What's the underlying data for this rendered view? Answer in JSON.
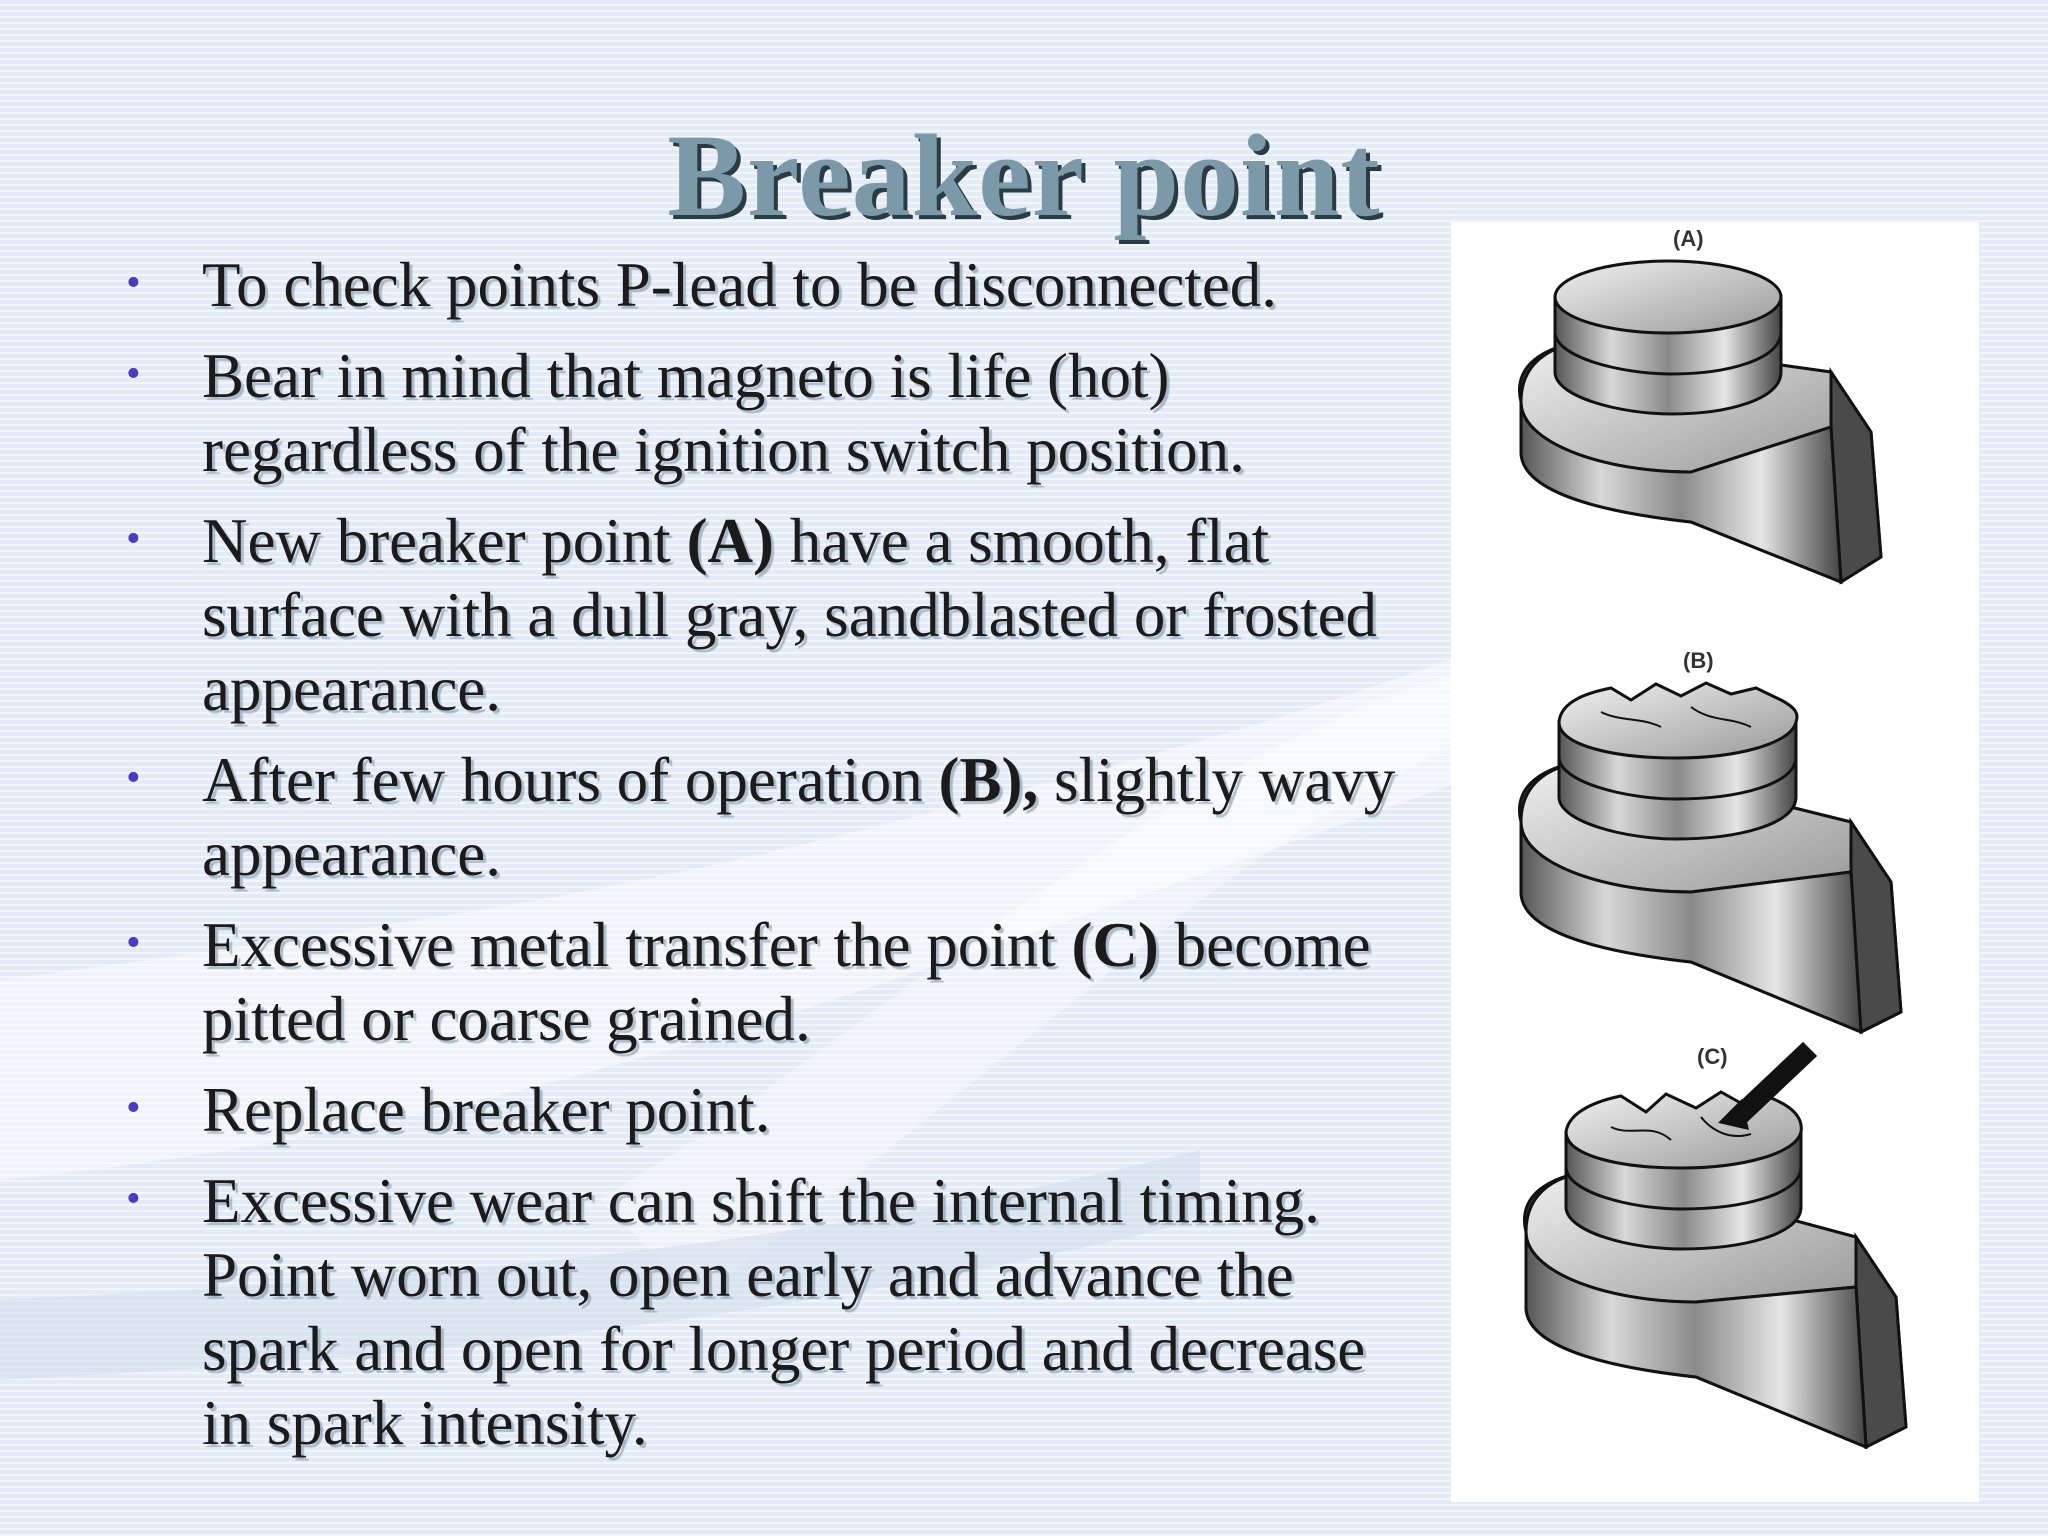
{
  "slide": {
    "title": "Breaker point",
    "bullets": [
      {
        "pre": "To check points P-lead to be disconnected.",
        "bold": "",
        "post": ""
      },
      {
        "pre": "Bear in mind that magneto is life (hot) regardless of the ignition switch position.",
        "bold": "",
        "post": ""
      },
      {
        "pre": "New breaker point ",
        "bold": "(A)",
        "post": " have a smooth, flat surface with a dull gray, sandblasted or frosted appearance."
      },
      {
        "pre": "After few hours of operation ",
        "bold": "(B),",
        "post": " slightly wavy appearance."
      },
      {
        "pre": "Excessive metal transfer the point ",
        "bold": "(C)",
        "post": " become pitted or coarse grained."
      },
      {
        "pre": "Replace breaker point.",
        "bold": "",
        "post": ""
      },
      {
        "pre": "Excessive wear can shift the internal timing. Point worn out, open early and advance the spark and open for longer period and decrease in spark intensity.",
        "bold": "",
        "post": ""
      }
    ],
    "bullet_glyph": "•",
    "bullet_color": "#4a3bbf",
    "figure_labels": [
      "(A)",
      "(B)",
      "(C)"
    ]
  }
}
